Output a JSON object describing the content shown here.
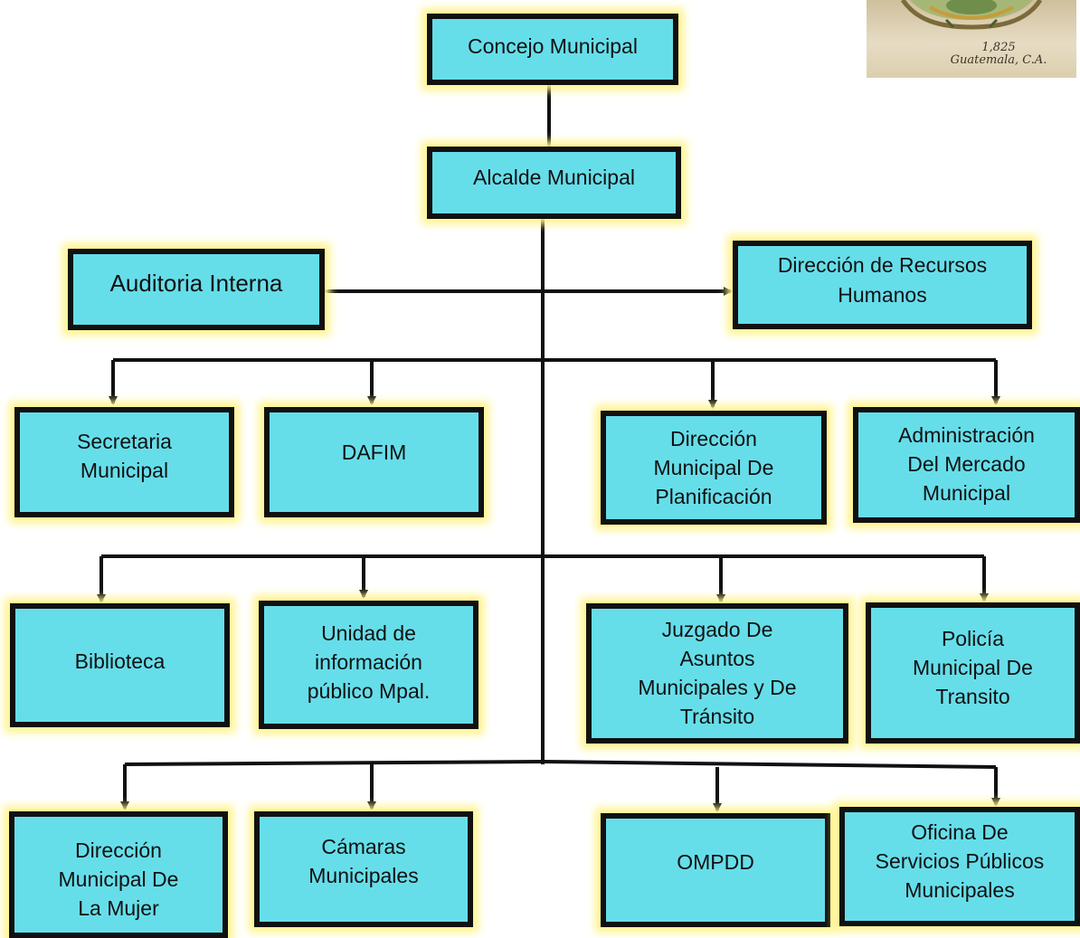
{
  "title_box": "Concejo Municipal",
  "mayor_box": "Alcalde Municipal",
  "advisory": {
    "left": "Auditoria Interna",
    "right": "Dirección de Recursos\nHumanos"
  },
  "row1": [
    "Secretaria\nMunicipal",
    "DAFIM",
    "Dirección\nMunicipal De\nPlanificación",
    "Administración\nDel Mercado\nMunicipal"
  ],
  "row2": [
    "Biblioteca",
    "Unidad de\ninformación\npúblico Mpal.",
    "Juzgado De\nAsuntos\nMunicipales y De\nTránsito",
    "Policía\nMunicipal De\nTransito"
  ],
  "row3": [
    "Dirección\nMunicipal De\nLa Mujer",
    "Cámaras\nMunicipales",
    "OMPDD",
    "Oficina De\nServicios Públicos\nMunicipales"
  ],
  "logo": {
    "year": "1,825",
    "place": "Guatemala, C.A."
  },
  "colors": {
    "box_fill": "#66deea",
    "box_border": "#111111",
    "glow": "#fff48c"
  }
}
